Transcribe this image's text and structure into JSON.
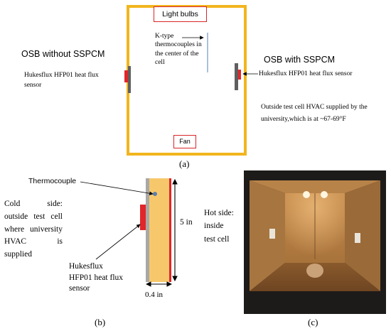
{
  "panel_a": {
    "light_bulbs": "Light bulbs",
    "thermocouples": "K-type thermocouples in the center of the cell",
    "osb_without": "OSB without SSPCM",
    "osb_with": "OSB with SSPCM",
    "sensor_left": "Hukesflux HFP01 heat flux sensor",
    "sensor_right": "Hukesflux HFP01 heat flux sensor",
    "outside_note": "Outside test cell HVAC supplied by the university,which is at ~67-69°F",
    "fan": "Fan",
    "caption": "(a)"
  },
  "panel_b": {
    "thermocouple": "Thermocouple",
    "cold_side": "Cold side: outside test cell where university HVAC is supplied",
    "hot_side": "Hot side: inside test cell",
    "height": "5 in",
    "thickness": "0.4 in",
    "sensor": "Hukesflux HFP01 heat flux sensor",
    "caption": "(b)"
  },
  "panel_c": {
    "caption": "(c)"
  },
  "colors": {
    "cell_border": "#f2b51e",
    "sensor_red": "#e0262a",
    "plate_gray": "#5f5f5f",
    "sample_fill": "#f7c86b",
    "thermocouple_wire": "#a9c0dd"
  }
}
